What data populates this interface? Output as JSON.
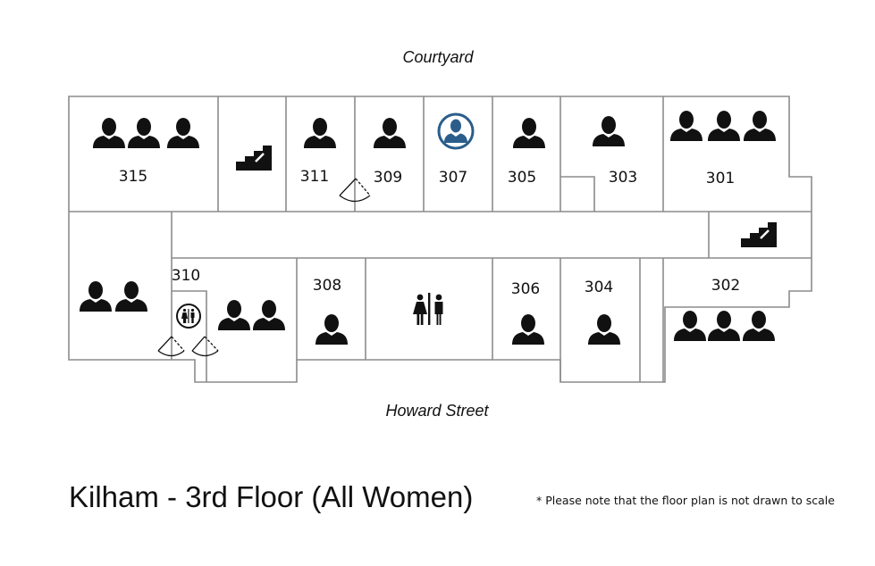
{
  "street_top": "Courtyard",
  "street_bottom": "Howard Street",
  "title": "Kilham - 3rd Floor (All Women)",
  "note": "* Please note that the floor plan is not drawn to scale",
  "rooms": [
    "315",
    "311",
    "309",
    "307",
    "305",
    "303",
    "301",
    "310",
    "308",
    "306",
    "304",
    "302"
  ],
  "colors": {
    "wall": "#8c8c8c",
    "icon": "#111111",
    "highlight": "#2a5d8a"
  },
  "icons": {
    "person": "person-icon",
    "person_highlighted": "person-highlighted-icon",
    "stairs": "stairs-icon",
    "restroom": "restroom-icon",
    "door": "door-swing-icon"
  }
}
